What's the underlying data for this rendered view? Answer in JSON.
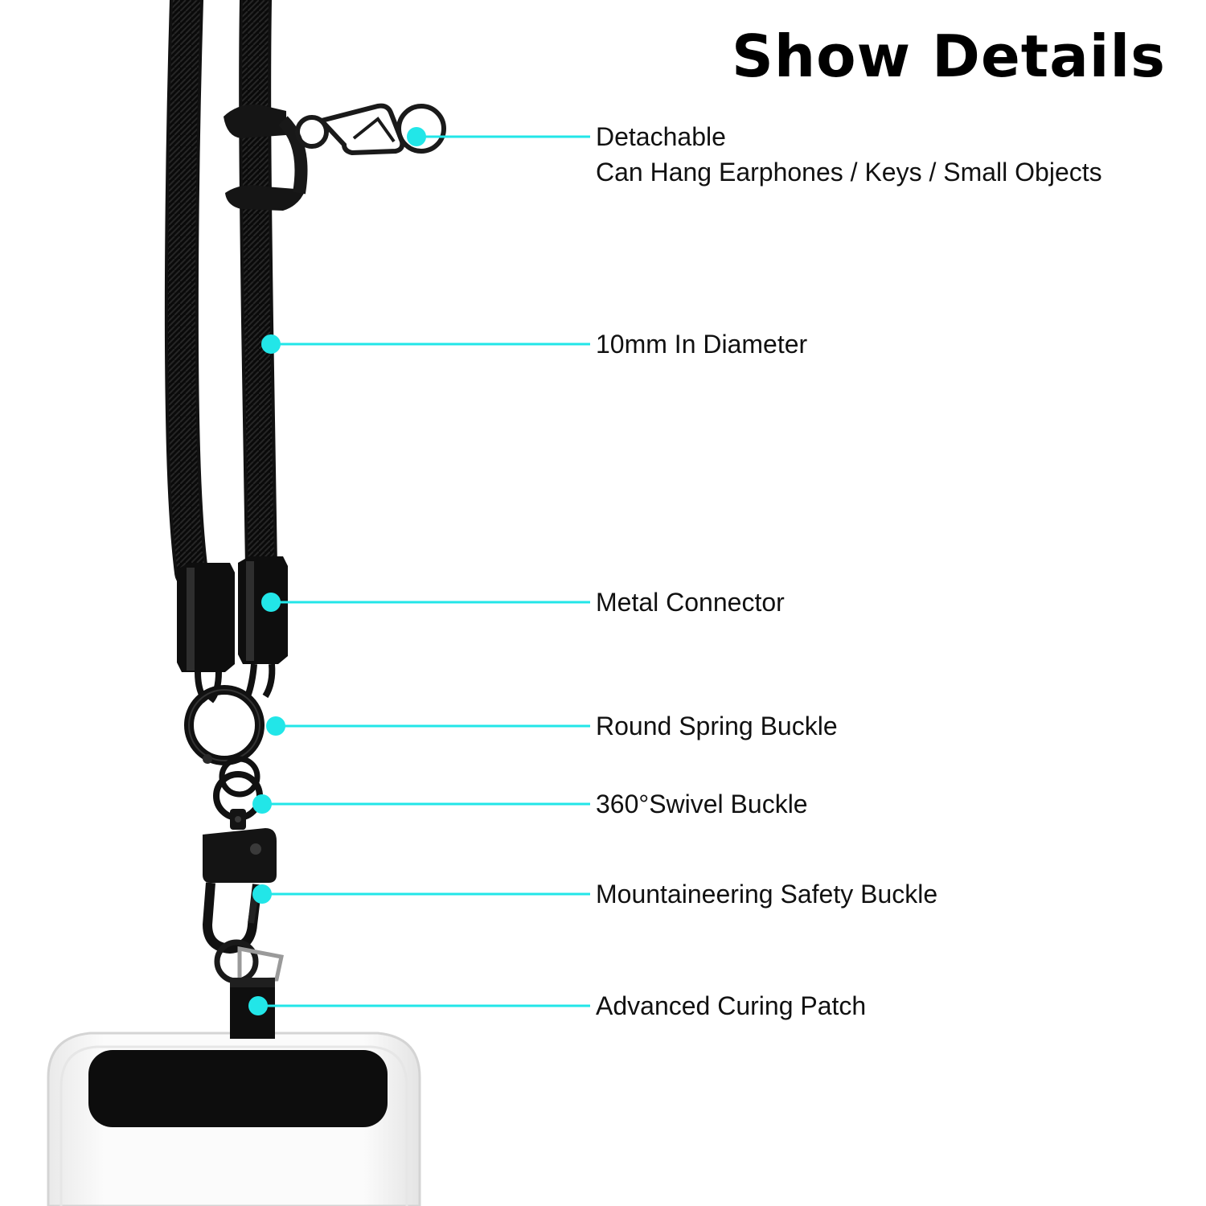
{
  "title": "Show Details",
  "accent_color": "#22e6e8",
  "callouts": [
    {
      "lines": [
        "Detachable",
        "Can Hang Earphones / Keys / Small Objects"
      ]
    },
    {
      "lines": [
        "10mm In Diameter"
      ]
    },
    {
      "lines": [
        "Metal Connector"
      ]
    },
    {
      "lines": [
        "Round Spring Buckle"
      ]
    },
    {
      "lines": [
        "360°Swivel Buckle"
      ]
    },
    {
      "lines": [
        "Mountaineering Safety Buckle"
      ]
    },
    {
      "lines": [
        "Advanced Curing Patch"
      ]
    }
  ]
}
